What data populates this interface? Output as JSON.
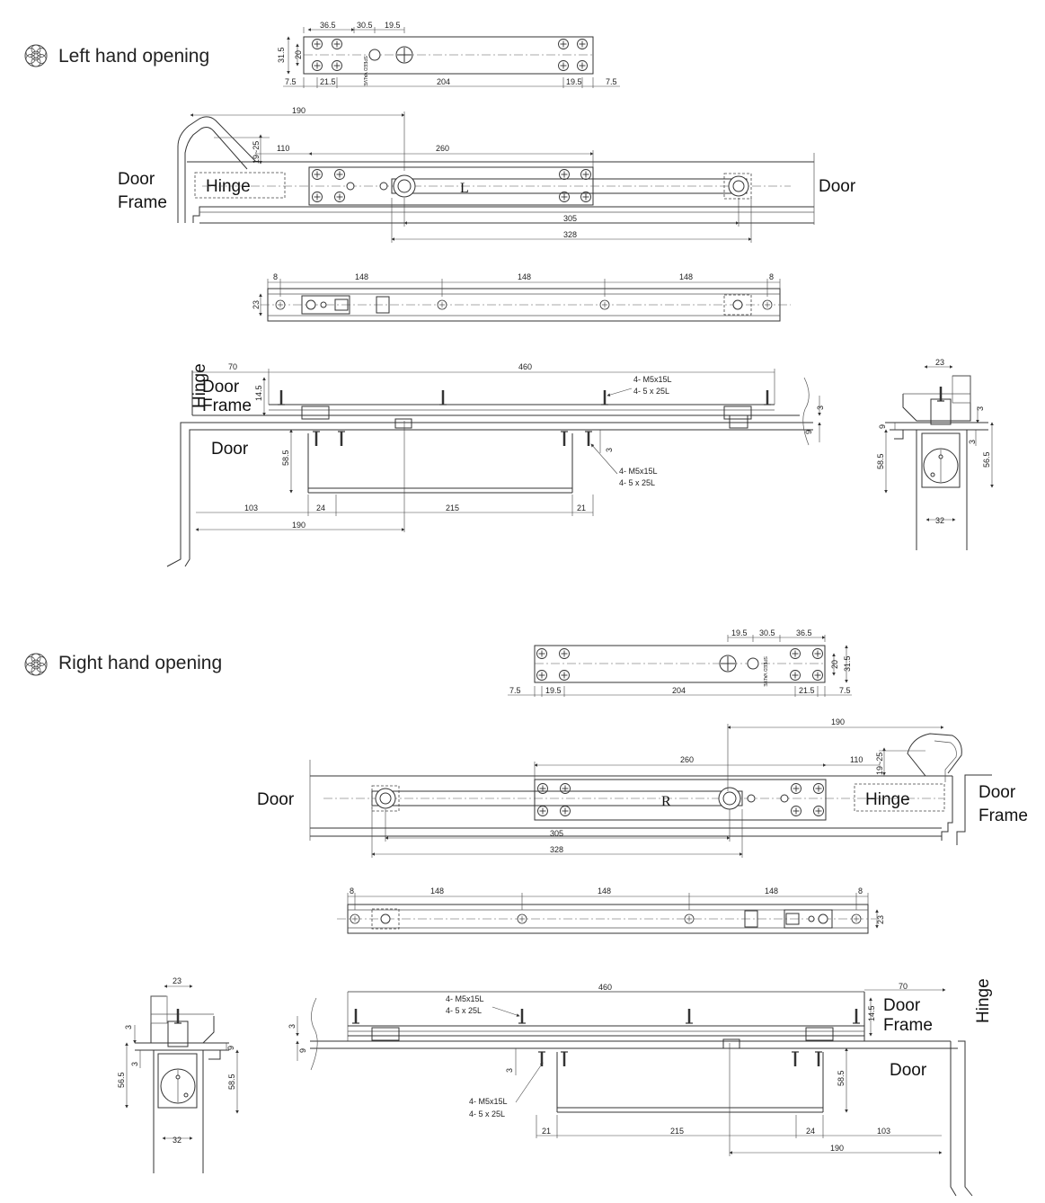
{
  "sections": {
    "left_title": "Left hand opening",
    "right_title": "Right hand opening"
  },
  "labels": {
    "door": "Door",
    "door_line1": "Door",
    "frame_line2": "Frame",
    "hinge": "Hinge",
    "arm_mark_left": "L",
    "arm_mark_right": "R",
    "screws_a_1": "4- M5x15L",
    "screws_a_2": "4- 5 x 25L",
    "valve_text": "SPEED VALVE"
  },
  "dims": {
    "d36_5": "36.5",
    "d30_5": "30.5",
    "d19_5": "19.5",
    "d31_5": "31.5",
    "d20": "20",
    "d7_5": "7.5",
    "d21_5": "21.5",
    "d204": "204",
    "d190": "190",
    "d110": "110",
    "d260": "260",
    "d19_25": "19~25",
    "d305": "305",
    "d328": "328",
    "d8": "8",
    "d148": "148",
    "d23": "23",
    "d70": "70",
    "d460": "460",
    "d14_5": "14.5",
    "d3": "3",
    "d9": "9",
    "d58_5": "58.5",
    "d103": "103",
    "d24": "24",
    "d215": "215",
    "d21": "21",
    "d56_5": "56.5",
    "d32": "32"
  },
  "colors": {
    "line": "#333333",
    "text": "#222222",
    "background": "#ffffff"
  },
  "icons": {
    "section_bullet": "flower-of-life-icon"
  }
}
